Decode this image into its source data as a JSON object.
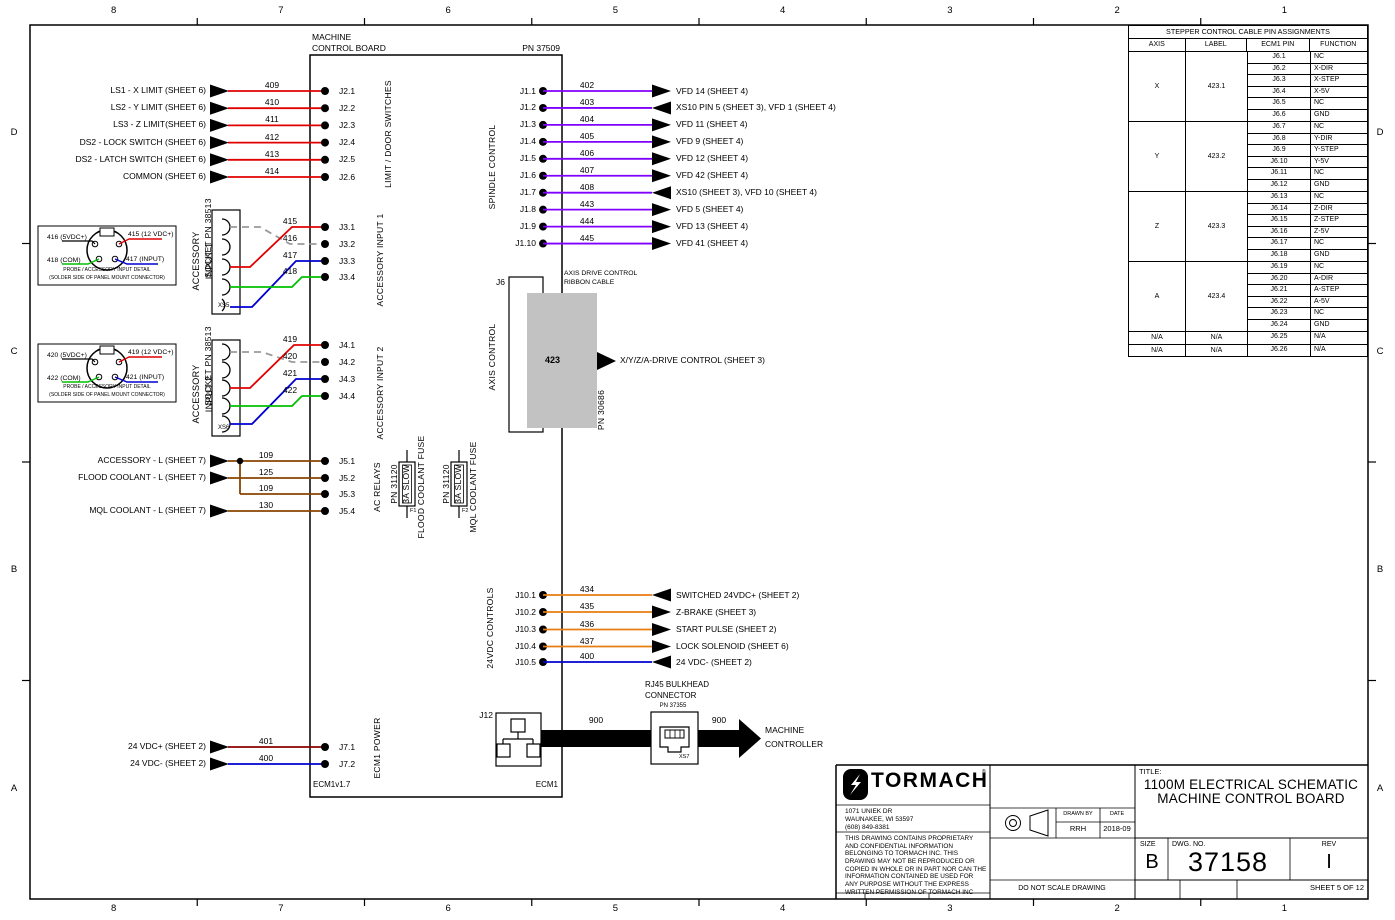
{
  "sheet": {
    "zones_top": [
      "8",
      "7",
      "6",
      "5",
      "4",
      "3",
      "2",
      "1"
    ],
    "zones_bottom": [
      "8",
      "7",
      "6",
      "5",
      "4",
      "3",
      "2",
      "1"
    ],
    "zones_left": [
      "D",
      "C",
      "B",
      "A"
    ],
    "zones_right": [
      "D",
      "C",
      "B",
      "A"
    ]
  },
  "colors": {
    "red": "#e00000",
    "dark_red": "#8b0000",
    "blue": "#0000d0",
    "green": "#00c000",
    "gray": "#9a9a9a",
    "purple": "#8000ff",
    "orange": "#e87d11",
    "brown": "#8a4500",
    "black": "#000000",
    "box_gray": "#c2c2c2"
  },
  "board": {
    "title_line1": "MACHINE",
    "title_line2": "CONTROL BOARD",
    "pn": "PN 37509",
    "footer_left": "ECM1v1.7",
    "footer_right": "ECM1"
  },
  "pin_table": {
    "title": "STEPPER CONTROL CABLE PIN ASSIGNMENTS",
    "headers": [
      "AXIS",
      "LABEL",
      "ECM1 PIN",
      "FUNCTION"
    ],
    "groups": [
      {
        "axis": "X",
        "label": "423.1",
        "pins": [
          [
            "J6.1",
            "NC"
          ],
          [
            "J6.2",
            "X-DIR"
          ],
          [
            "J6.3",
            "X-STEP"
          ],
          [
            "J6.4",
            "X-5V"
          ],
          [
            "J6.5",
            "NC"
          ],
          [
            "J6.6",
            "GND"
          ]
        ]
      },
      {
        "axis": "Y",
        "label": "423.2",
        "pins": [
          [
            "J6.7",
            "NC"
          ],
          [
            "J6.8",
            "Y-DIR"
          ],
          [
            "J6.9",
            "Y-STEP"
          ],
          [
            "J6.10",
            "Y-5V"
          ],
          [
            "J6.11",
            "NC"
          ],
          [
            "J6.12",
            "GND"
          ]
        ]
      },
      {
        "axis": "Z",
        "label": "423.3",
        "pins": [
          [
            "J6.13",
            "NC"
          ],
          [
            "J6.14",
            "Z-DIR"
          ],
          [
            "J6.15",
            "Z-STEP"
          ],
          [
            "J6.16",
            "Z-5V"
          ],
          [
            "J6.17",
            "NC"
          ],
          [
            "J6.18",
            "GND"
          ]
        ]
      },
      {
        "axis": "A",
        "label": "423.4",
        "pins": [
          [
            "J6.19",
            "NC"
          ],
          [
            "J6.20",
            "A-DIR"
          ],
          [
            "J6.21",
            "A-STEP"
          ],
          [
            "J6.22",
            "A-5V"
          ],
          [
            "J6.23",
            "NC"
          ],
          [
            "J6.24",
            "GND"
          ]
        ]
      },
      {
        "axis": "N/A",
        "label": "N/A",
        "pins": [
          [
            "J6.25",
            "N/A"
          ]
        ]
      },
      {
        "axis": "N/A",
        "label": "N/A",
        "pins": [
          [
            "J6.26",
            "N/A"
          ]
        ]
      }
    ]
  },
  "groups": {
    "limit": {
      "label": "LIMIT / DOOR SWITCHES",
      "rows": [
        {
          "source": "LS1 - X LIMIT (SHEET 6)",
          "wire": "409",
          "pin": "J2.1"
        },
        {
          "source": "LS2 - Y LIMIT (SHEET 6)",
          "wire": "410",
          "pin": "J2.2"
        },
        {
          "source": "LS3 - Z LIMIT(SHEET 6)",
          "wire": "411",
          "pin": "J2.3"
        },
        {
          "source": "DS2 - LOCK SWITCH (SHEET 6)",
          "wire": "412",
          "pin": "J2.4"
        },
        {
          "source": "DS2 - LATCH SWITCH (SHEET 6)",
          "wire": "413",
          "pin": "J2.5"
        },
        {
          "source": "COMMON (SHEET 6)",
          "wire": "414",
          "pin": "J2.6"
        }
      ]
    },
    "spindle": {
      "label": "SPINDLE CONTROL",
      "rows": [
        {
          "pin": "J1.1",
          "wire": "402",
          "dest": "VFD 14 (SHEET 4)",
          "dir": "out"
        },
        {
          "pin": "J1.2",
          "wire": "403",
          "dest": "XS10 PIN 5 (SHEET 3), VFD 1 (SHEET 4)",
          "dir": "in"
        },
        {
          "pin": "J1.3",
          "wire": "404",
          "dest": "VFD 11 (SHEET 4)",
          "dir": "out"
        },
        {
          "pin": "J1.4",
          "wire": "405",
          "dest": "VFD 9 (SHEET 4)",
          "dir": "out"
        },
        {
          "pin": "J1.5",
          "wire": "406",
          "dest": "VFD 12 (SHEET 4)",
          "dir": "out"
        },
        {
          "pin": "J1.6",
          "wire": "407",
          "dest": "VFD 42 (SHEET 4)",
          "dir": "out"
        },
        {
          "pin": "J1.7",
          "wire": "408",
          "dest": "XS10 (SHEET 3), VFD 10 (SHEET 4)",
          "dir": "in"
        },
        {
          "pin": "J1.8",
          "wire": "443",
          "dest": "VFD 5 (SHEET 4)",
          "dir": "out"
        },
        {
          "pin": "J1.9",
          "wire": "444",
          "dest": "VFD 13 (SHEET 4)",
          "dir": "out"
        },
        {
          "pin": "J1.10",
          "wire": "445",
          "dest": "VFD 41 (SHEET 4)",
          "dir": "out"
        }
      ]
    },
    "acc1": {
      "label_outer1": "ACCESSORY",
      "label_outer2": "INPUT 1",
      "label": "ACCESSORY INPUT 1",
      "socket": "XS5",
      "socket_note": "SOCKET PN 38513",
      "pins": [
        {
          "wire": "415",
          "pin": "J3.1"
        },
        {
          "wire": "416",
          "pin": "J3.2"
        },
        {
          "wire": "417",
          "pin": "J3.3"
        },
        {
          "wire": "418",
          "pin": "J3.4"
        }
      ],
      "detail": {
        "tl": "416 (5VDC+)",
        "tr": "415 (12 VDC+)",
        "bl": "418 (COM)",
        "br": "417 (INPUT)",
        "cap1": "PROBE / ACCESSORY INPUT DETAIL",
        "cap2": "(SOLDER SIDE OF PANEL MOUNT CONNECTOR)"
      }
    },
    "acc2": {
      "label_outer1": "ACCESSORY",
      "label_outer2": "INPUT 2",
      "label": "ACCESSORY INPUT 2",
      "socket": "XS6",
      "socket_note": "SOCKET PN 38513",
      "pins": [
        {
          "wire": "419",
          "pin": "J4.1"
        },
        {
          "wire": "420",
          "pin": "J4.2"
        },
        {
          "wire": "421",
          "pin": "J4.3"
        },
        {
          "wire": "422",
          "pin": "J4.4"
        }
      ],
      "detail": {
        "tl": "420 (5VDC+)",
        "tr": "419 (12 VDC+)",
        "bl": "422 (COM)",
        "br": "421 (INPUT)",
        "cap1": "PROBE / ACCESSORY INPUT DETAIL",
        "cap2": "(SOLDER SIDE OF PANEL MOUNT CONNECTOR)"
      }
    },
    "relays": {
      "label": "AC RELAYS",
      "rows": [
        {
          "source": "ACCESSORY - L (SHEET 7)",
          "wire": "109",
          "pin": "J5.1"
        },
        {
          "source": "FLOOD COOLANT - L (SHEET 7)",
          "wire": "125",
          "pin": "J5.2"
        },
        {
          "source": "",
          "wire": "109",
          "pin": "J5.3"
        },
        {
          "source": "MQL COOLANT - L (SHEET 7)",
          "wire": "130",
          "pin": "J5.4"
        }
      ]
    },
    "vdc": {
      "label": "24VDC CONTROLS",
      "rows": [
        {
          "pin": "J10.1",
          "wire": "434",
          "dest": "SWITCHED 24VDC+ (SHEET 2)",
          "dir": "in",
          "color": "orange"
        },
        {
          "pin": "J10.2",
          "wire": "435",
          "dest": "Z-BRAKE (SHEET 3)",
          "dir": "out",
          "color": "orange"
        },
        {
          "pin": "J10.3",
          "wire": "436",
          "dest": "START PULSE (SHEET 2)",
          "dir": "out",
          "color": "orange"
        },
        {
          "pin": "J10.4",
          "wire": "437",
          "dest": "LOCK SOLENOID (SHEET 6)",
          "dir": "out",
          "color": "orange"
        },
        {
          "pin": "J10.5",
          "wire": "400",
          "dest": "24 VDC- (SHEET 2)",
          "dir": "in",
          "color": "blue"
        }
      ]
    },
    "power": {
      "label": "ECM1 POWER",
      "rows": [
        {
          "source": "24 VDC+ (SHEET 2)",
          "wire": "401",
          "pin": "J7.1",
          "color": "dark_red"
        },
        {
          "source": "24 VDC- (SHEET 2)",
          "wire": "400",
          "pin": "J7.2",
          "color": "blue"
        }
      ]
    }
  },
  "axis": {
    "label": "AXIS CONTROL",
    "j6": "J6",
    "ribbon_line1": "AXIS DRIVE CONTROL",
    "ribbon_line2": "RIBBON CABLE",
    "cable_num": "423",
    "dest": "X/Y/Z/A-DRIVE CONTROL (SHEET 3)",
    "pn": "PN 30686"
  },
  "fuses": {
    "f1": {
      "ref": "F1",
      "pn": "PN 31120",
      "rating": "3A SLOW",
      "name": "FLOOD COOLANT FUSE"
    },
    "f2": {
      "ref": "F2",
      "pn": "PN 31120",
      "rating": "3A SLOW",
      "name": "MQL COOLANT FUSE"
    }
  },
  "ethernet": {
    "j12": "J12",
    "cable_left": "900",
    "cable_right": "900",
    "rj45_line1": "RJ45 BULKHEAD",
    "rj45_line2": "CONNECTOR",
    "rj45_pn": "PN 37355",
    "rj45_ref": "XS7",
    "dest_line1": "MACHINE",
    "dest_line2": "CONTROLLER"
  },
  "title_block": {
    "company": "TORMACH",
    "company_mark": "®",
    "address": [
      "1071 UNIEK DR",
      "WAUNAKEE, WI 53597",
      "(608) 849-8381"
    ],
    "legal": "THIS DRAWING CONTAINS PROPRIETARY AND CONFIDENTIAL INFORMATION BELONGING TO TORMACH INC. THIS DRAWING MAY NOT BE REPRODUCED OR COPIED IN WHOLE OR IN PART NOR CAN THE INFORMATION CONTAINED BE USED FOR ANY PURPOSE WITHOUT THE EXPRESS WRITTEN PERMISSION OF TORMACH INC",
    "drawn_by_label": "DRAWN BY",
    "drawn_by": "RRH",
    "date_label": "DATE",
    "date": "2018-09",
    "no_scale": "DO NOT SCALE DRAWING",
    "title_label": "TITLE:",
    "title_line1": "1100M ELECTRICAL SCHEMATIC",
    "title_line2": "MACHINE CONTROL BOARD",
    "size_label": "SIZE",
    "size": "B",
    "dwg_label": "DWG. NO.",
    "dwg_no": "37158",
    "rev_label": "REV",
    "rev": "I",
    "sheet_label": "SHEET 5 OF 12"
  }
}
